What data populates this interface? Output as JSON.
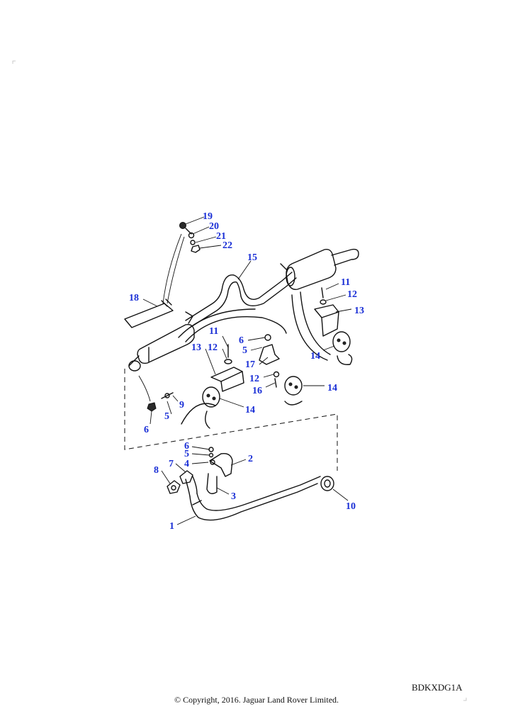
{
  "diagram": {
    "callouts": [
      {
        "id": "c1",
        "label": "1"
      },
      {
        "id": "c2",
        "label": "2"
      },
      {
        "id": "c3",
        "label": "3"
      },
      {
        "id": "c4",
        "label": "4"
      },
      {
        "id": "c5a",
        "label": "5"
      },
      {
        "id": "c5b",
        "label": "5"
      },
      {
        "id": "c5c",
        "label": "5"
      },
      {
        "id": "c6a",
        "label": "6"
      },
      {
        "id": "c6b",
        "label": "6"
      },
      {
        "id": "c6c",
        "label": "6"
      },
      {
        "id": "c7",
        "label": "7"
      },
      {
        "id": "c8",
        "label": "8"
      },
      {
        "id": "c9",
        "label": "9"
      },
      {
        "id": "c10",
        "label": "10"
      },
      {
        "id": "c11a",
        "label": "11"
      },
      {
        "id": "c11b",
        "label": "11"
      },
      {
        "id": "c12a",
        "label": "12"
      },
      {
        "id": "c12b",
        "label": "12"
      },
      {
        "id": "c12c",
        "label": "12"
      },
      {
        "id": "c13a",
        "label": "13"
      },
      {
        "id": "c13b",
        "label": "13"
      },
      {
        "id": "c14a",
        "label": "14"
      },
      {
        "id": "c14b",
        "label": "14"
      },
      {
        "id": "c14c",
        "label": "14"
      },
      {
        "id": "c15",
        "label": "15"
      },
      {
        "id": "c16",
        "label": "16"
      },
      {
        "id": "c17",
        "label": "17"
      },
      {
        "id": "c18",
        "label": "18"
      },
      {
        "id": "c19",
        "label": "19"
      },
      {
        "id": "c20",
        "label": "20"
      },
      {
        "id": "c21",
        "label": "21"
      },
      {
        "id": "c22",
        "label": "22"
      }
    ]
  },
  "footer": {
    "drawing_code": "BDKXDG1A",
    "copyright": "© Copyright, 2016. Jaguar Land Rover Limited."
  }
}
